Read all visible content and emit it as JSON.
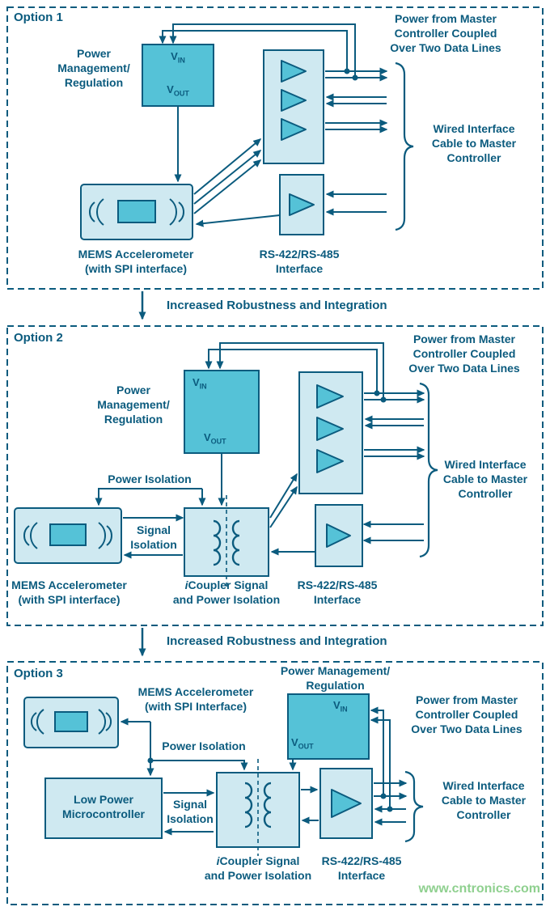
{
  "colors": {
    "ink": "#0b5b7e",
    "box_light": "#cfe9f1",
    "box_mid": "#55c2d7",
    "watermark_green": "#8fd08f"
  },
  "watermark": {
    "text": "www.cntronics.com"
  },
  "separator1": {
    "label": "Increased Robustness and Integration"
  },
  "separator2": {
    "label": "Increased Robustness and Integration"
  },
  "option1": {
    "title": "Option 1",
    "power_mgmt": {
      "line1": "Power",
      "line2": "Management/",
      "line3": "Regulation"
    },
    "vin": {
      "v": "V",
      "sub": "IN"
    },
    "vout": {
      "v": "V",
      "sub": "OUT"
    },
    "power_from": {
      "line1": "Power from Master",
      "line2": "Controller Coupled",
      "line3": "Over Two Data Lines"
    },
    "wired": {
      "line1": "Wired Interface",
      "line2": "Cable to Master",
      "line3": "Controller"
    },
    "mems": {
      "line1": "MEMS Accelerometer",
      "line2": "(with SPI interface)"
    },
    "rs": {
      "line1": "RS-422/RS-485",
      "line2": "Interface"
    }
  },
  "option2": {
    "title": "Option 2",
    "power_mgmt": {
      "line1": "Power",
      "line2": "Management/",
      "line3": "Regulation"
    },
    "vin": {
      "v": "V",
      "sub": "IN"
    },
    "vout": {
      "v": "V",
      "sub": "OUT"
    },
    "power_from": {
      "line1": "Power from Master",
      "line2": "Controller Coupled",
      "line3": "Over Two Data Lines"
    },
    "power_isolation": "Power Isolation",
    "signal_isolation": {
      "line1": "Signal",
      "line2": "Isolation"
    },
    "wired": {
      "line1": "Wired Interface",
      "line2": "Cable to Master",
      "line3": "Controller"
    },
    "mems": {
      "line1": "MEMS Accelerometer",
      "line2": "(with SPI interface)"
    },
    "icoupler": {
      "i": "i",
      "line1_rest": "Coupler Signal",
      "line2": "and Power Isolation"
    },
    "rs": {
      "line1": "RS-422/RS-485",
      "line2": "Interface"
    }
  },
  "option3": {
    "title": "Option 3",
    "mems": {
      "line1": "MEMS Accelerometer",
      "line2": "(with SPI Interface)"
    },
    "power_mgmt": {
      "line1": "Power Management/",
      "line2": "Regulation"
    },
    "vin": {
      "v": "V",
      "sub": "IN"
    },
    "vout": {
      "v": "V",
      "sub": "OUT"
    },
    "power_from": {
      "line1": "Power from Master",
      "line2": "Controller Coupled",
      "line3": "Over Two Data Lines"
    },
    "power_isolation": "Power Isolation",
    "low_power": {
      "line1": "Low Power",
      "line2": "Microcontroller"
    },
    "signal_isolation": {
      "line1": "Signal",
      "line2": "Isolation"
    },
    "icoupler": {
      "i": "i",
      "line1_rest": "Coupler Signal",
      "line2": "and Power Isolation"
    },
    "rs": {
      "line1": "RS-422/RS-485",
      "line2": "Interface"
    },
    "wired": {
      "line1": "Wired Interface",
      "line2": "Cable to Master",
      "line3": "Controller"
    }
  }
}
